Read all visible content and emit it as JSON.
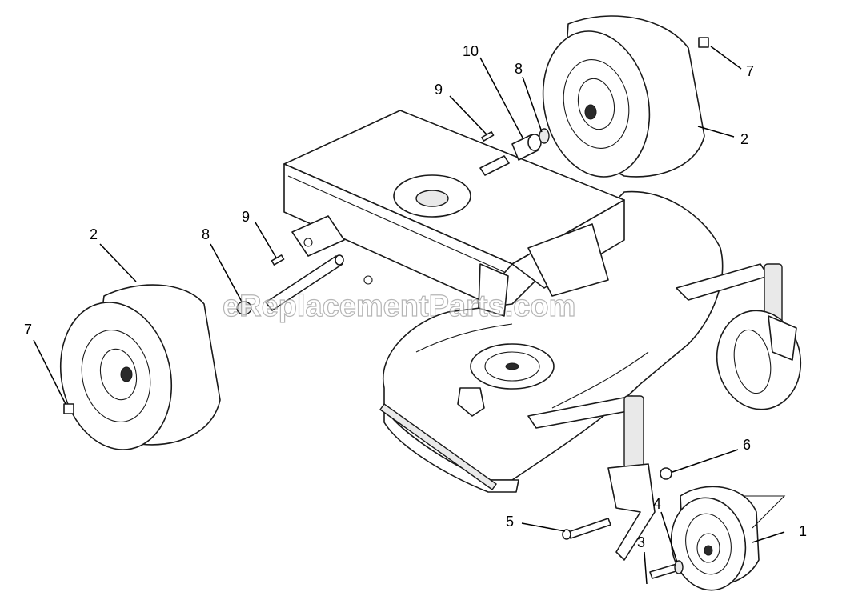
{
  "watermark": "eReplacementParts.com",
  "callouts": [
    "1",
    "2",
    "2",
    "3",
    "4",
    "5",
    "6",
    "7",
    "7",
    "8",
    "8",
    "9",
    "9",
    "10"
  ],
  "colors": {
    "line": "#1a1a1a",
    "background": "#ffffff",
    "shade": "#e9e9e9"
  }
}
